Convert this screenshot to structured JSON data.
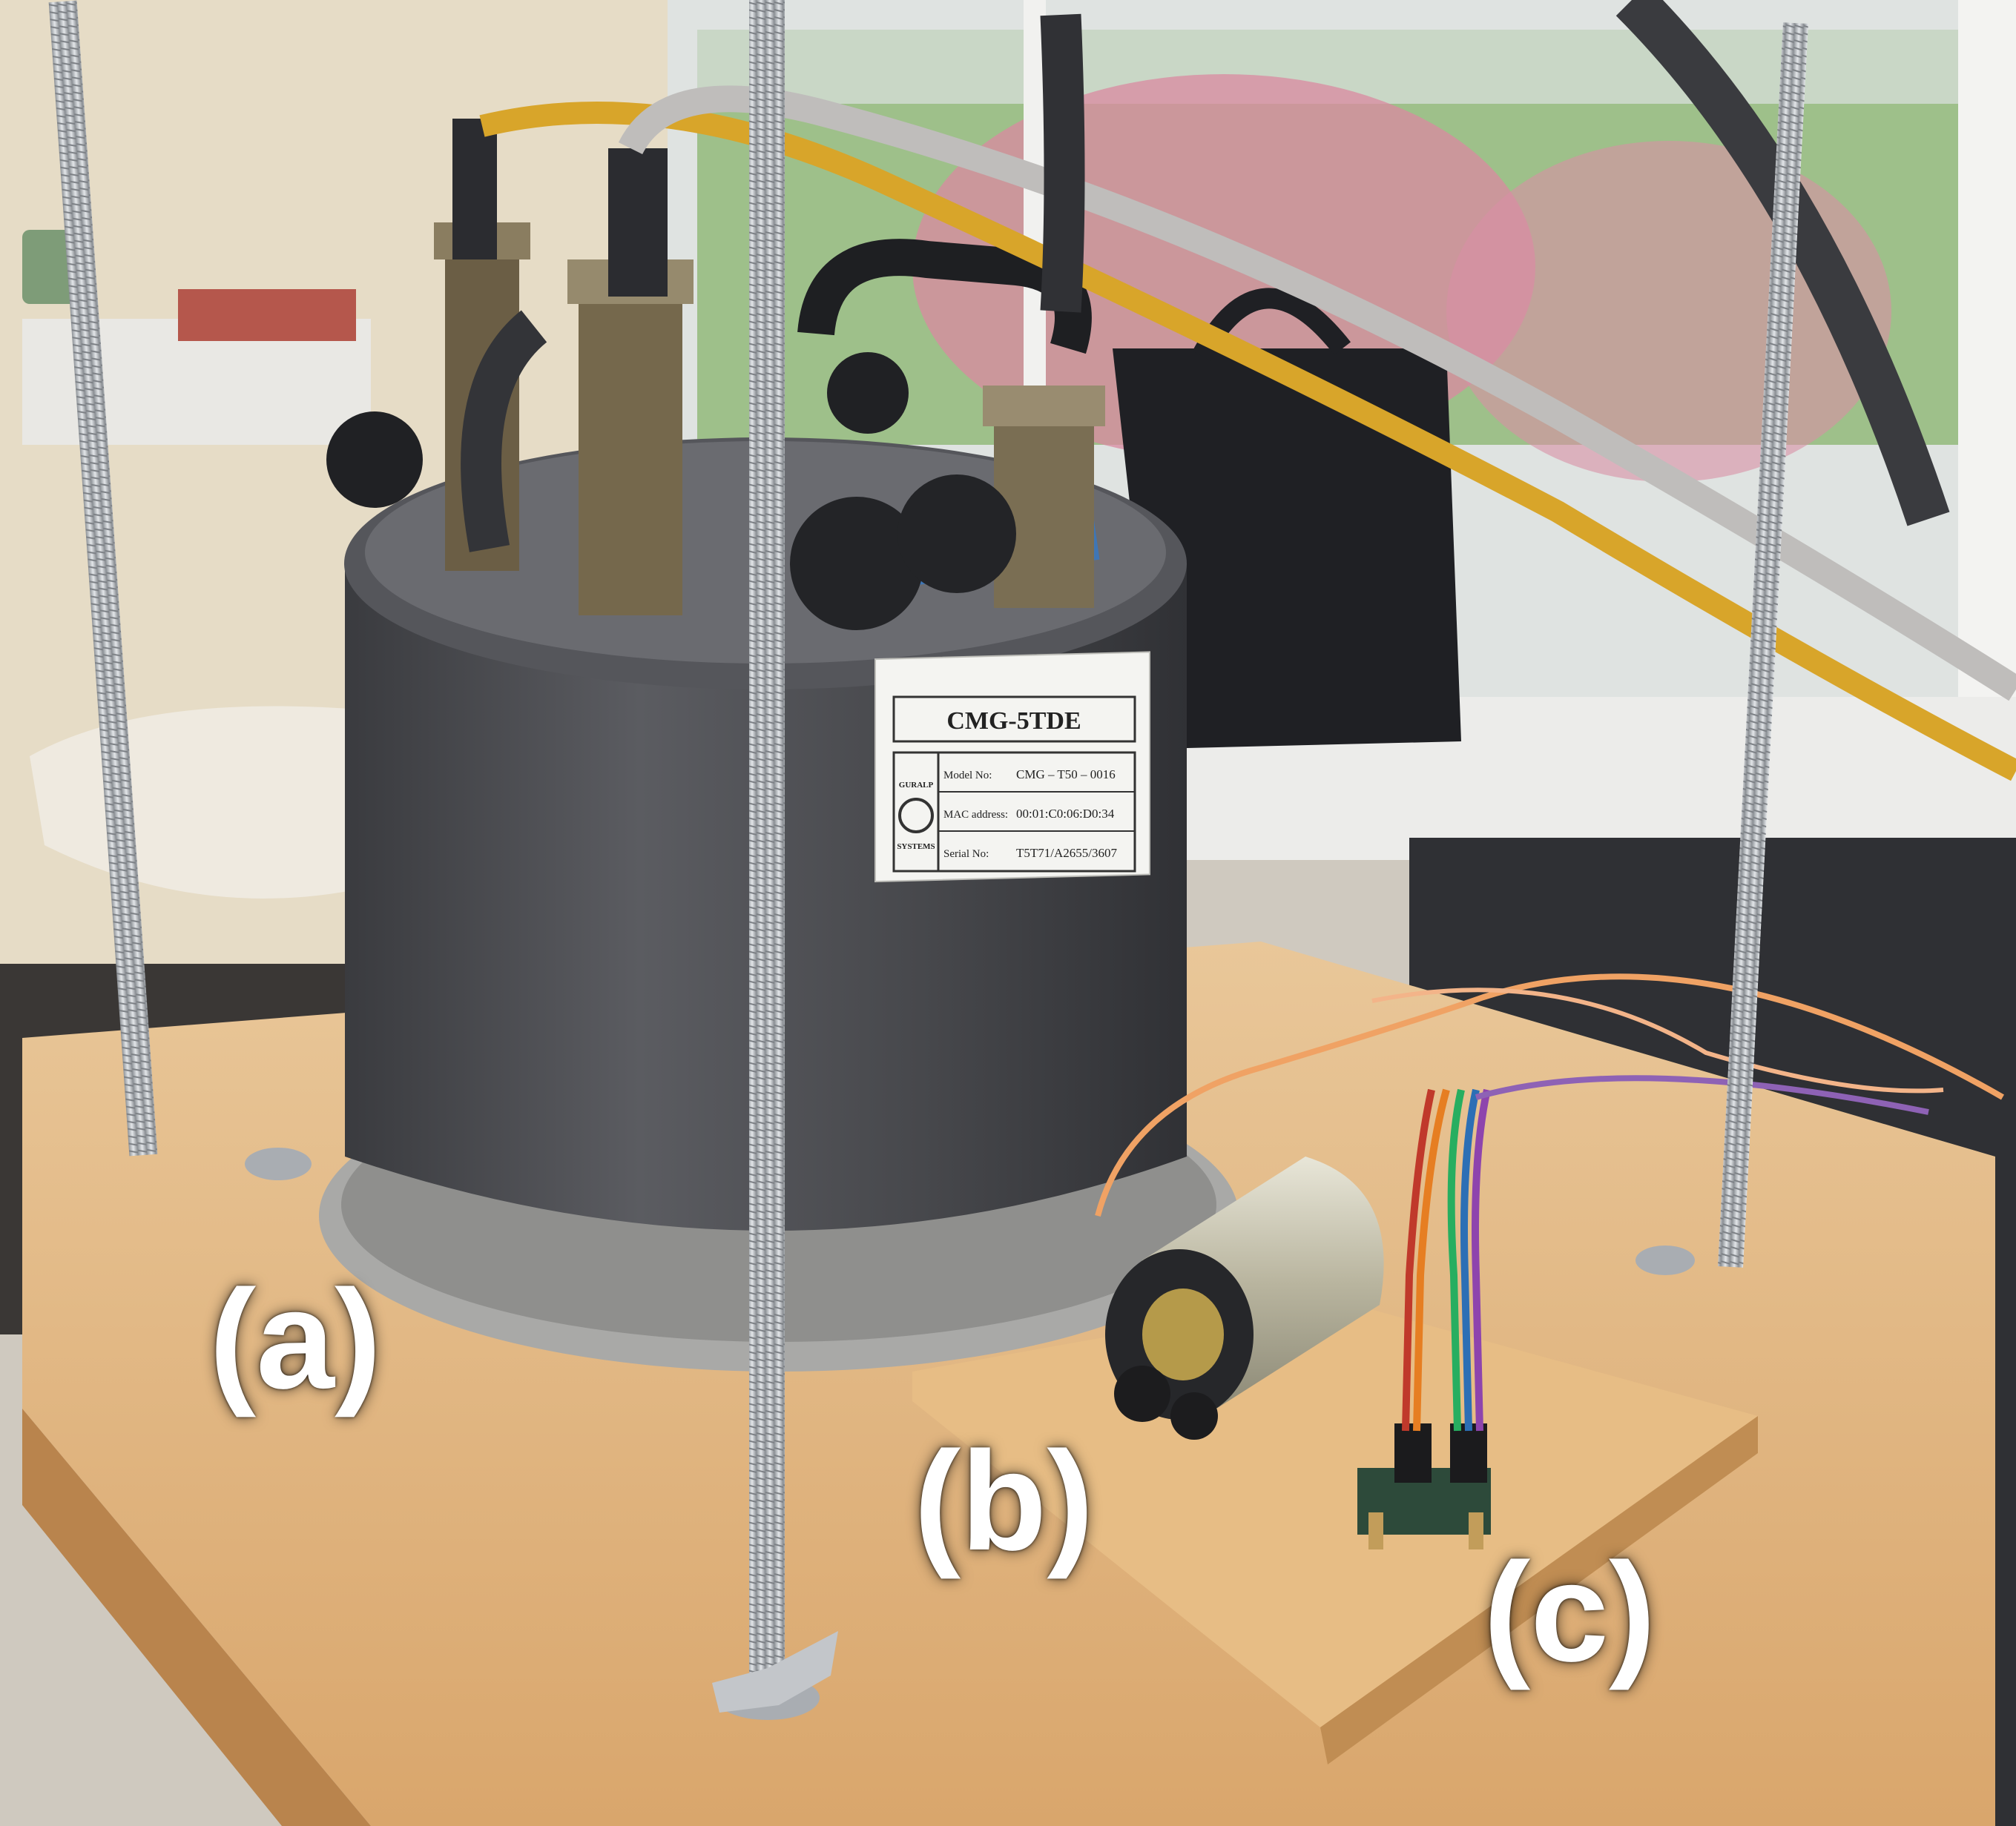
{
  "labels": {
    "a": "(a)",
    "b": "(b)",
    "c": "(c)"
  },
  "device_plate": {
    "model_title": "CMG-5TDE",
    "rows": [
      {
        "key": "Model No:",
        "value": "CMG – T50 – 0016"
      },
      {
        "key": "MAC address:",
        "value": "00:01:C0:06:D0:34"
      },
      {
        "key": "Serial No:",
        "value": "T5T71/A2655/3607"
      }
    ],
    "brand_top": "GURALP",
    "brand_bottom": "SYSTEMS"
  },
  "colors": {
    "wood": "#e2b883",
    "seismometer_body": "#4a4b4f",
    "yellow_cable": "#d8a52a",
    "grey_cable": "#bfbdbb",
    "window_green": "#9ec08a",
    "rod_metal": "#b8bcc0"
  }
}
